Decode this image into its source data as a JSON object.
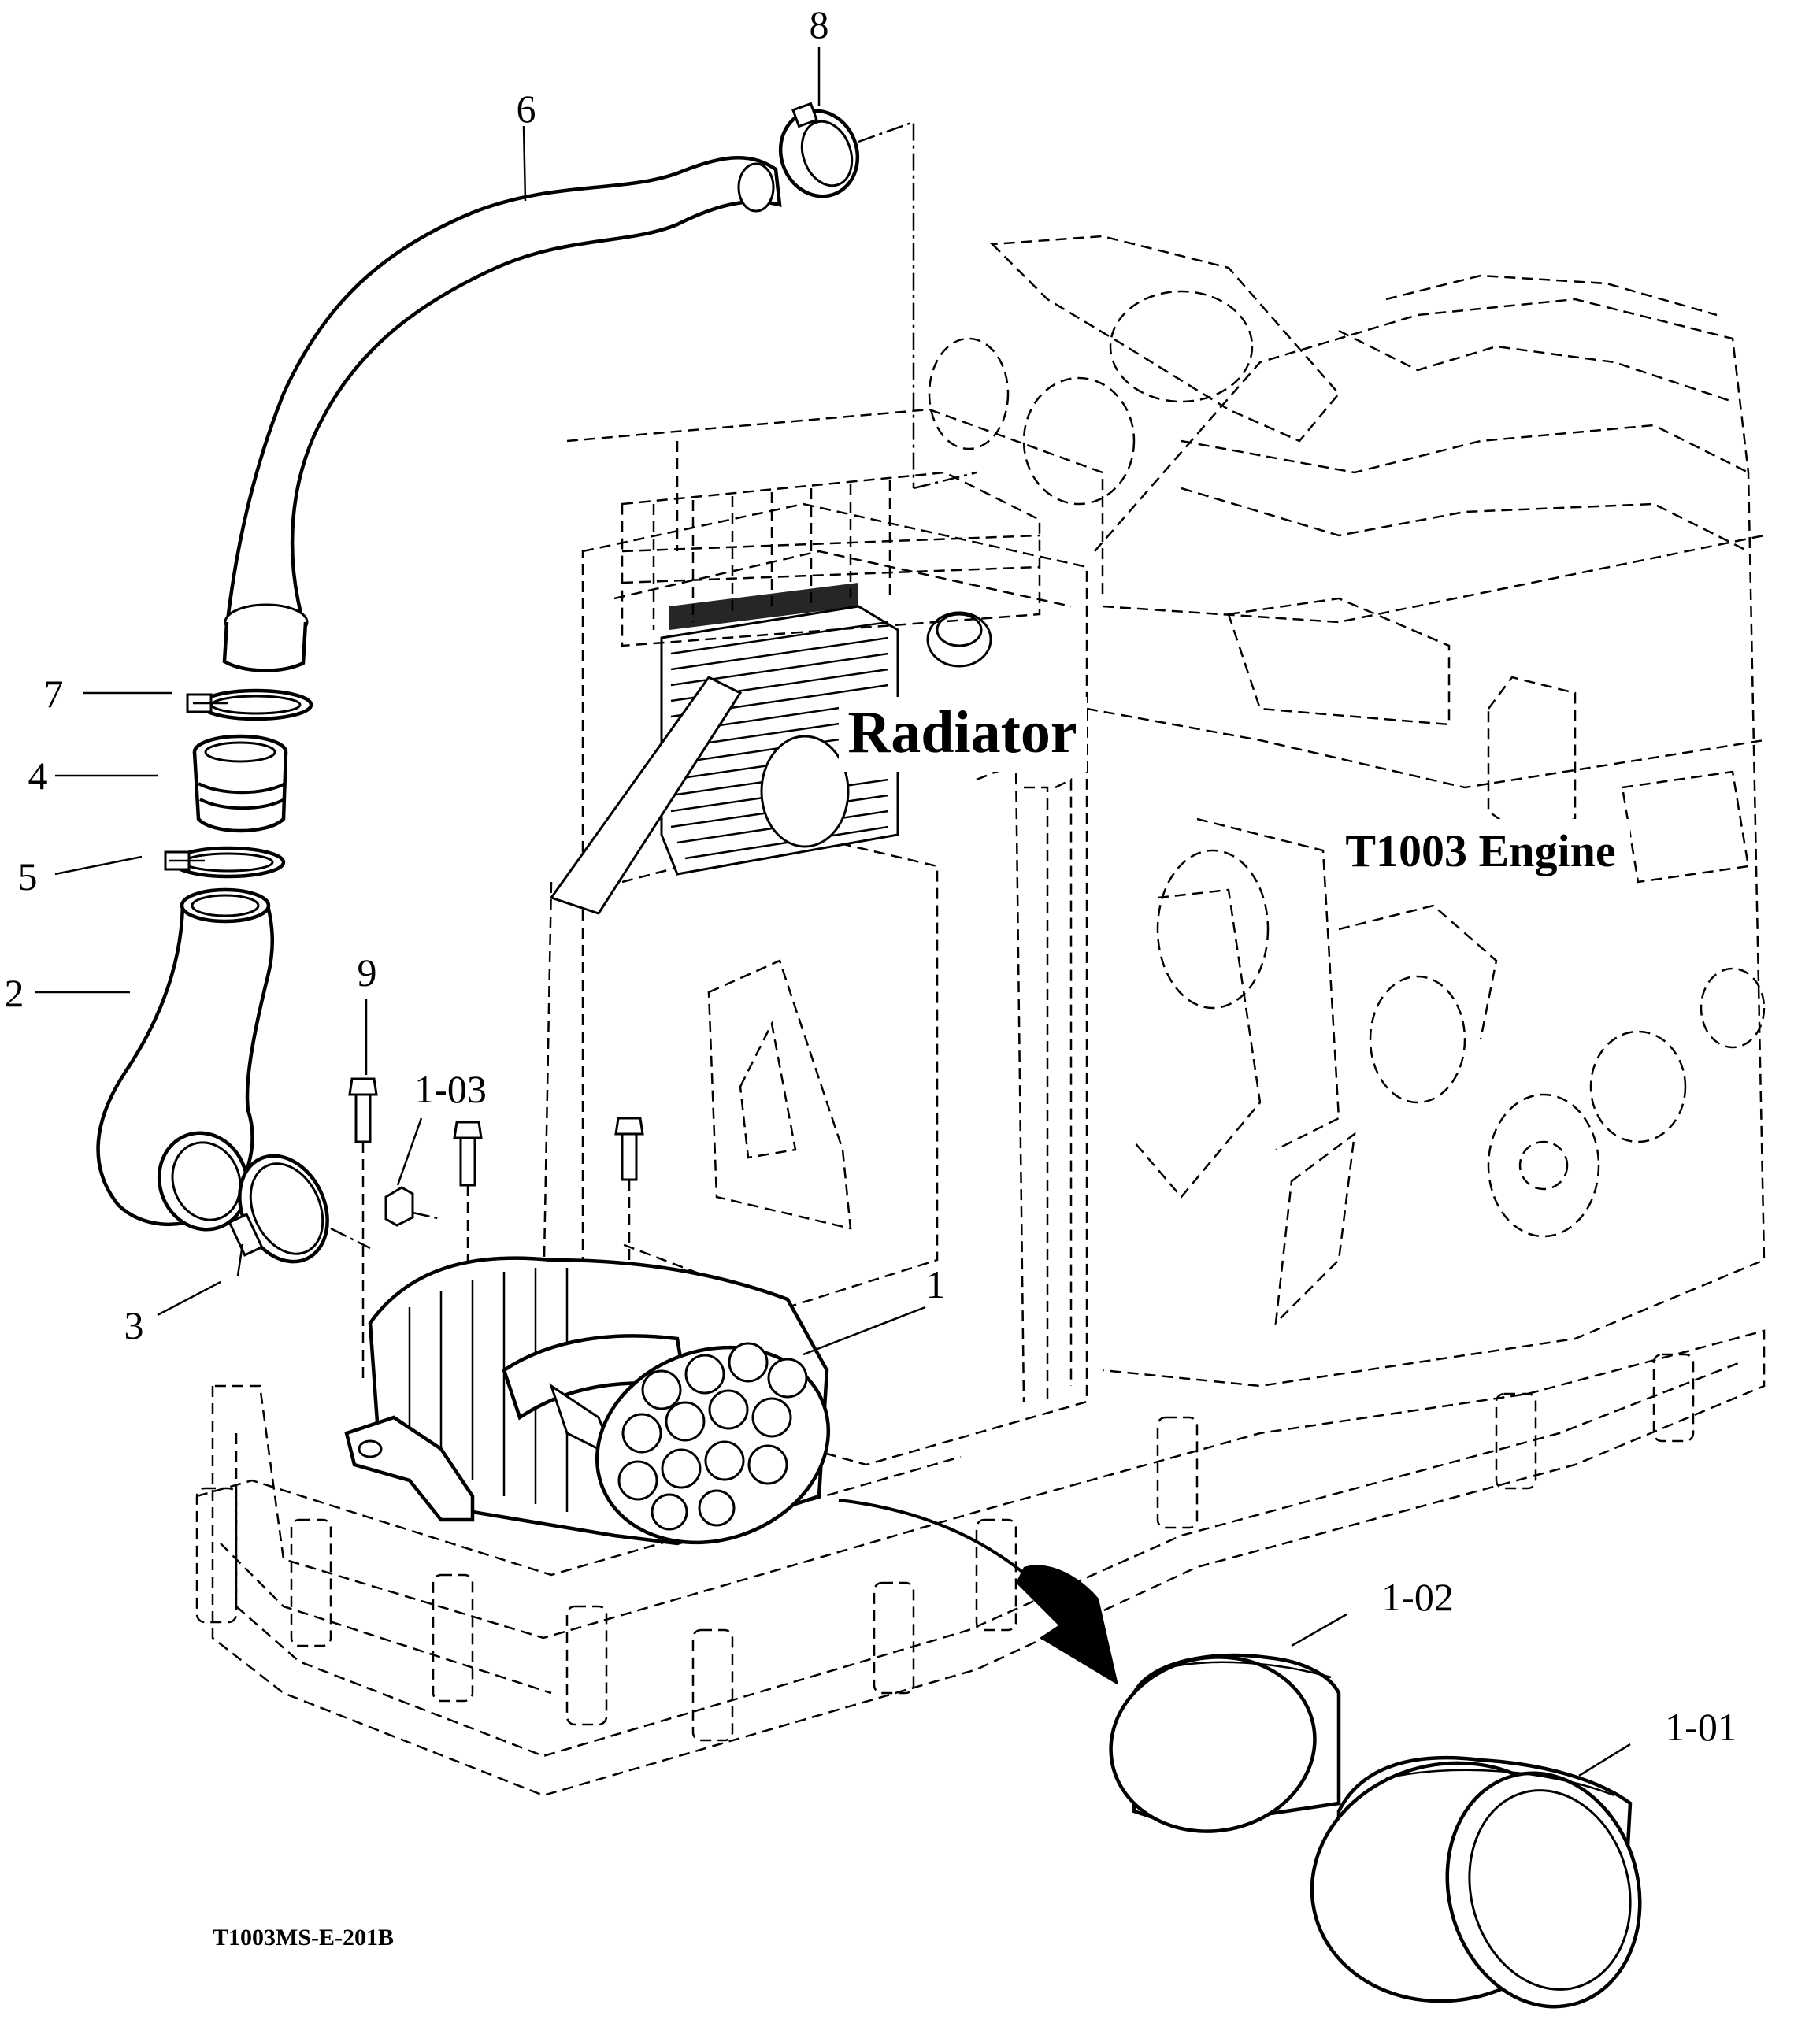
{
  "labels": {
    "radiator": "Radiator",
    "engine": "T1003 Engine",
    "drawing_code": "T1003MS-E-201B"
  },
  "callouts": {
    "c6": "6",
    "c8": "8",
    "c7": "7",
    "c4": "4",
    "c5": "5",
    "c2": "2",
    "c9": "9",
    "c103": "1-03",
    "c3": "3",
    "c1": "1",
    "c102": "1-02",
    "c101": "1-01"
  }
}
